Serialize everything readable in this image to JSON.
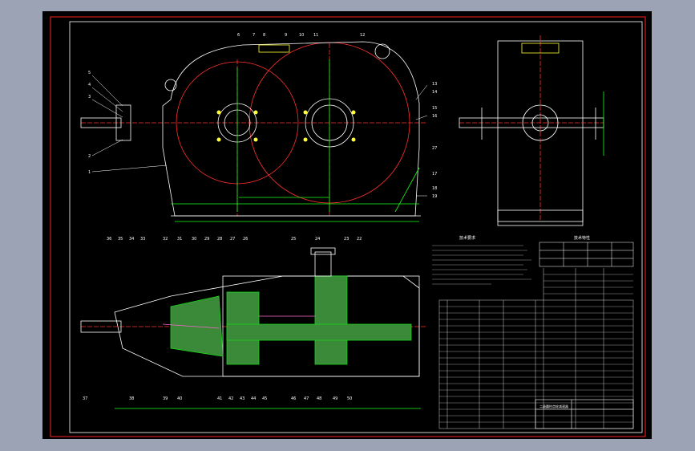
{
  "colors": {
    "background": "#9ba3b4",
    "canvas": "#000000",
    "frame": "#ff2020",
    "border_line": "#ffffff",
    "geometry": "#ffffff",
    "centerline": "#ff3030",
    "dimension": "#19ff19",
    "callout_text": "#ffffff",
    "section_fill": "#3a8a3a",
    "gear_cut": "#19d619",
    "bolt": "#ffff33",
    "pink": "#ff66cc"
  },
  "front_view": {
    "callouts": [
      "5",
      "4",
      "3",
      "2",
      "1",
      "6",
      "7",
      "8",
      "9",
      "10",
      "11",
      "12",
      "13",
      "14",
      "15",
      "16",
      "17",
      "18",
      "19"
    ]
  },
  "side_view": {
    "callouts": [
      "27"
    ]
  },
  "top_view": {
    "callouts_top": [
      "36",
      "35",
      "34",
      "33",
      "32",
      "31",
      "30",
      "29",
      "28",
      "27",
      "26",
      "25",
      "24",
      "23",
      "22"
    ],
    "callouts_bottom": [
      "37",
      "38",
      "39",
      "40",
      "41",
      "42",
      "43",
      "44",
      "45",
      "46",
      "47",
      "48",
      "49",
      "50"
    ]
  },
  "tech_requirements": {
    "heading": "技术要求"
  },
  "characteristics_table": {
    "heading": "技术特性"
  },
  "title_block": {
    "label": "二级圆柱齿轮减速器"
  }
}
